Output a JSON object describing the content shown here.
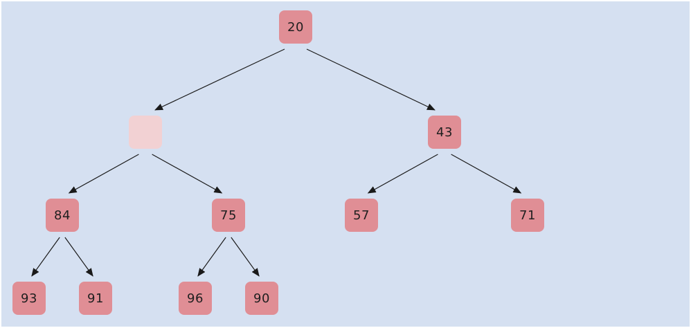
{
  "tree": {
    "nodes": [
      {
        "id": "n0",
        "label": "20",
        "state": "filled"
      },
      {
        "id": "n1",
        "label": "",
        "state": "empty"
      },
      {
        "id": "n2",
        "label": "43",
        "state": "filled"
      },
      {
        "id": "n3",
        "label": "84",
        "state": "filled"
      },
      {
        "id": "n4",
        "label": "75",
        "state": "filled"
      },
      {
        "id": "n5",
        "label": "57",
        "state": "filled"
      },
      {
        "id": "n6",
        "label": "71",
        "state": "filled"
      },
      {
        "id": "n7",
        "label": "93",
        "state": "filled"
      },
      {
        "id": "n8",
        "label": "91",
        "state": "filled"
      },
      {
        "id": "n9",
        "label": "96",
        "state": "filled"
      },
      {
        "id": "n10",
        "label": "90",
        "state": "filled"
      }
    ],
    "edges": [
      {
        "from": "n0",
        "to": "n1"
      },
      {
        "from": "n0",
        "to": "n2"
      },
      {
        "from": "n1",
        "to": "n3"
      },
      {
        "from": "n1",
        "to": "n4"
      },
      {
        "from": "n2",
        "to": "n5"
      },
      {
        "from": "n2",
        "to": "n6"
      },
      {
        "from": "n3",
        "to": "n7"
      },
      {
        "from": "n3",
        "to": "n8"
      },
      {
        "from": "n4",
        "to": "n9"
      },
      {
        "from": "n4",
        "to": "n10"
      }
    ]
  },
  "colors": {
    "background": "#d5e0f1",
    "node_fill": "#e08e95",
    "node_empty_fill": "#f2d1d3",
    "edge": "#1a1a1a"
  }
}
